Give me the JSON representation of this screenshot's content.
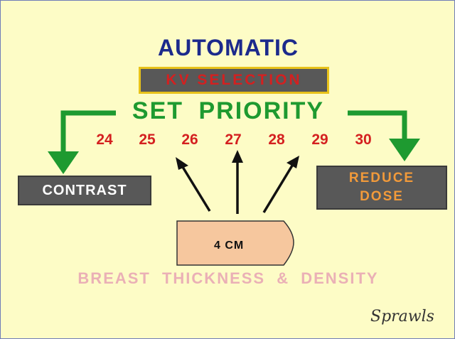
{
  "title": "AUTOMATIC",
  "kv_selection": "KV SELECTION",
  "set_priority": "SET PRIORITY",
  "kv_values": [
    "24",
    "25",
    "26",
    "27",
    "28",
    "29",
    "30"
  ],
  "contrast": "CONTRAST",
  "reduce_dose": [
    "REDUCE",
    "DOSE"
  ],
  "thickness": "4 CM",
  "breast_label": "BREAST THICKNESS & DENSITY",
  "signature": "Sprawls",
  "colors": {
    "background": "#fdfcc6",
    "title": "#1c2a8c",
    "priority": "#1e9a30",
    "values": "#d42020",
    "box": "#585858",
    "box_border": "#e8c21a",
    "dose_text": "#f29a3a",
    "breast_shape": "#f6c79e",
    "breast_text": "#eab0b6"
  }
}
